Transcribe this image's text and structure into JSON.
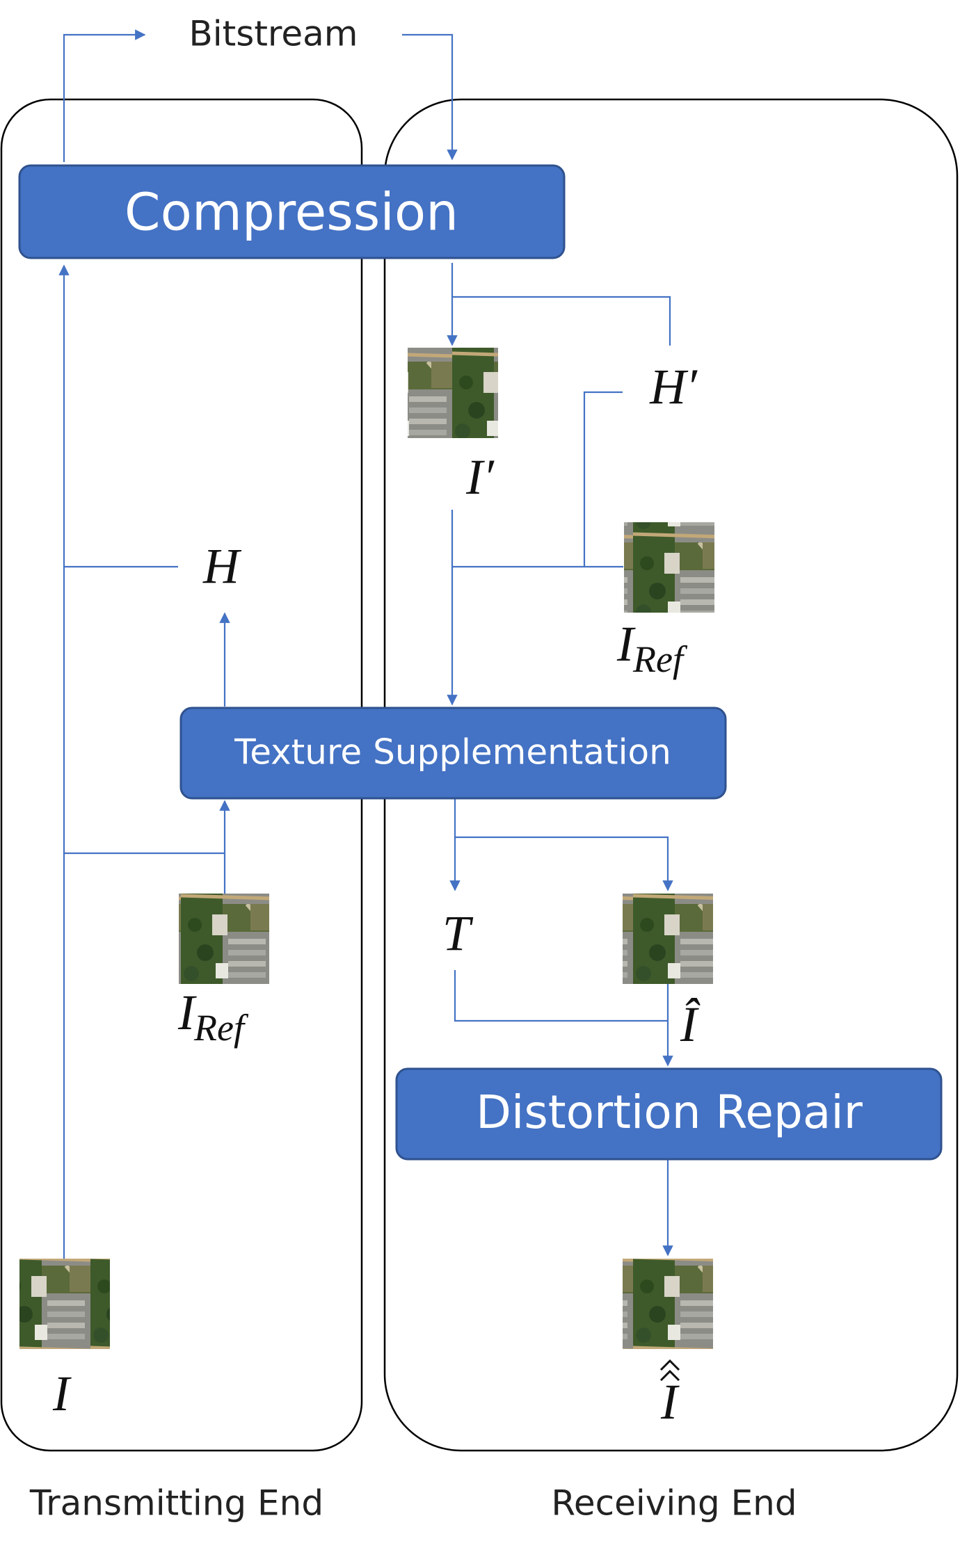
{
  "title_bitstream": "Bitstream",
  "panels": {
    "transmitting_label": "Transmitting End",
    "receiving_label": "Receiving End"
  },
  "blocks": {
    "compression": "Compression",
    "texture": "Texture Supplementation",
    "repair": "Distortion Repair"
  },
  "symbols": {
    "H": "H",
    "H_prime": "H′",
    "I_prime": "I′",
    "I": "I",
    "I_ref": "I",
    "ref_sub": "Ref",
    "T": "T",
    "I_hat": "Î",
    "I_double_hat": "I"
  },
  "colors": {
    "block_fill": "#4472C4",
    "block_stroke": "#2F528F",
    "arrow": "#4472C4",
    "panel_stroke": "#000000"
  },
  "images": [
    "aerial-photo-input",
    "aerial-photo-reference-tx",
    "aerial-photo-decoded",
    "aerial-photo-reference-rx",
    "aerial-photo-supplemented",
    "aerial-photo-repaired"
  ]
}
